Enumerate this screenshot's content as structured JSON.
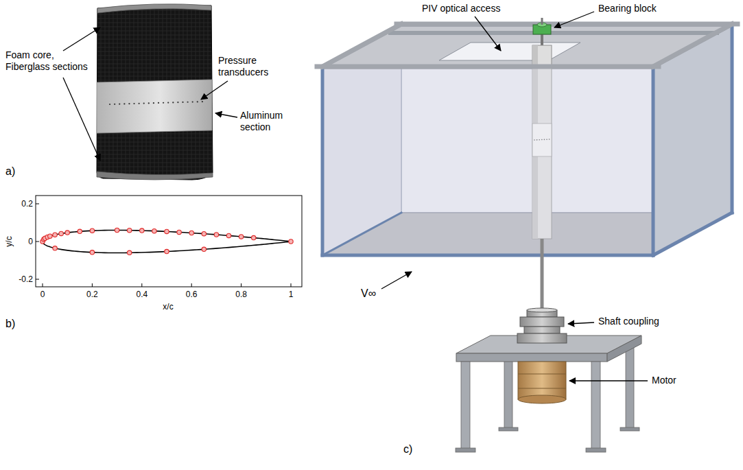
{
  "diagram": {
    "labels": [
      "Foam core, Fiberglass sections",
      "Pressure transducers",
      "Aluminum section",
      "a)",
      "0.2",
      "0",
      "-0.2",
      "0",
      "0.2",
      "0.4",
      "0.6",
      "0.8",
      "1",
      "y/c",
      "x/c",
      "b)",
      "PIV optical access",
      "Bearing block",
      "V∞",
      "Shaft coupling",
      "Motor",
      "c)"
    ]
  }
}
